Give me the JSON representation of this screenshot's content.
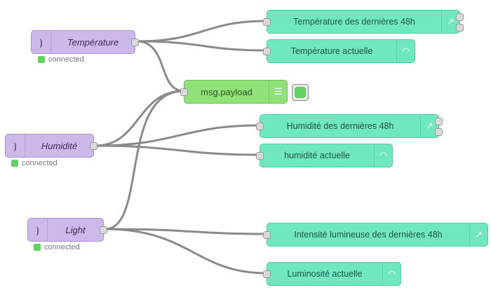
{
  "status_colors": {
    "connected": "#5fd25f"
  },
  "input_nodes": [
    {
      "label": "Température",
      "status": "connected",
      "icon": "mqtt-icon"
    },
    {
      "label": "Humidité",
      "status": "connected",
      "icon": "mqtt-icon"
    },
    {
      "label": "Light",
      "status": "connected",
      "icon": "mqtt-icon"
    }
  ],
  "debug_node": {
    "label": "msg.payload",
    "icon": "list-icon"
  },
  "output_nodes": [
    {
      "label": "Température des dernières 48h",
      "icon": "chart-icon"
    },
    {
      "label": "Température actuelle",
      "icon": "gauge-icon"
    },
    {
      "label": "Humidité des dernières 48h",
      "icon": "chart-icon"
    },
    {
      "label": "humidité actuelle",
      "icon": "gauge-icon"
    },
    {
      "label": "Intensité lumineuse des dernières 48h",
      "icon": "chart-icon"
    },
    {
      "label": "Luminosité actuelle",
      "icon": "gauge-icon"
    }
  ]
}
